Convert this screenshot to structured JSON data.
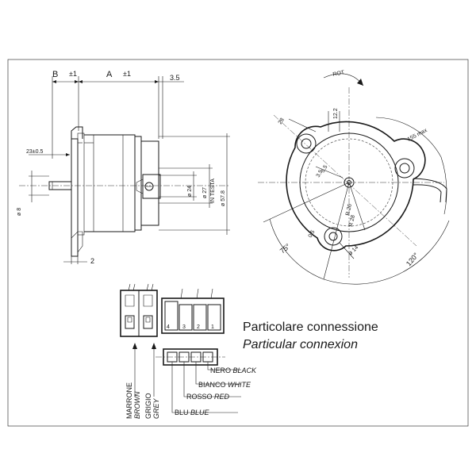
{
  "side_view": {
    "dim_b": "B",
    "tol_b": "±1",
    "dim_a": "A",
    "tol_a": "±1",
    "dim_3_5": "3.5",
    "dim_23": "23±0.5",
    "dim_d8": "ø 8",
    "dim_2": "2",
    "dim_d24": "ø 24",
    "dim_d27": "ø 27",
    "in_testa": "IN TESTA",
    "dim_d578": "ø 57.8"
  },
  "front_view": {
    "rot": "ROT",
    "dim_28": "28",
    "dim_122": "12.2",
    "dim_155max": "155 max",
    "dim_55": "5.5",
    "dim_35": "3.5",
    "r26": "R 26",
    "r28": "R 28",
    "dim_05": "0.5",
    "dim_14": "ø 14",
    "angle_75": "75°",
    "angle_120": "120°"
  },
  "connection": {
    "title_it": "Particolare connessione",
    "title_en": "Particular connexion",
    "pins": [
      "4",
      "3",
      "2",
      "1"
    ],
    "wires": [
      {
        "it": "NERO",
        "en": "BLACK"
      },
      {
        "it": "BIANCO",
        "en": "WHITE"
      },
      {
        "it": "ROSSO",
        "en": "RED"
      },
      {
        "it": "BLU",
        "en": "BLUE"
      }
    ],
    "brown_it": "MARRONE",
    "brown_en": "BROWN",
    "grey_it": "GRIGIO",
    "grey_en": "GREY"
  }
}
